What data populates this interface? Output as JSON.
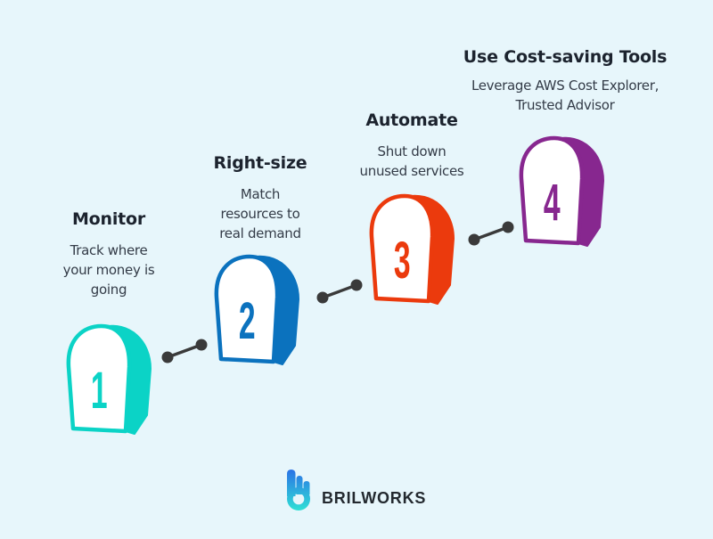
{
  "page": {
    "background": "#E7F6FB"
  },
  "steps": [
    {
      "number": "1",
      "title": "Monitor",
      "desc_lines": [
        "Track where",
        "your money is",
        "going"
      ],
      "color": "#0BD3C6"
    },
    {
      "number": "2",
      "title": "Right-size",
      "desc_lines": [
        "Match",
        "resources to",
        "real demand"
      ],
      "color": "#0B72BE"
    },
    {
      "number": "3",
      "title": "Automate",
      "desc_lines": [
        "Shut down",
        "unused services"
      ],
      "color": "#EB3A0D"
    },
    {
      "number": "4",
      "title": "Use Cost-saving Tools",
      "desc_lines": [
        "Leverage AWS Cost Explorer,",
        "Trusted Advisor"
      ],
      "color": "#87278F"
    }
  ],
  "connector": {
    "color": "#3A3A3A"
  },
  "logo": {
    "wordmark": "BRILWORKS",
    "text_color": "#23292F",
    "gradient_top": "#2B72E6",
    "gradient_bottom": "#2FE0D5"
  },
  "text_colors": {
    "title": "#1C232E",
    "description": "#333B47"
  }
}
